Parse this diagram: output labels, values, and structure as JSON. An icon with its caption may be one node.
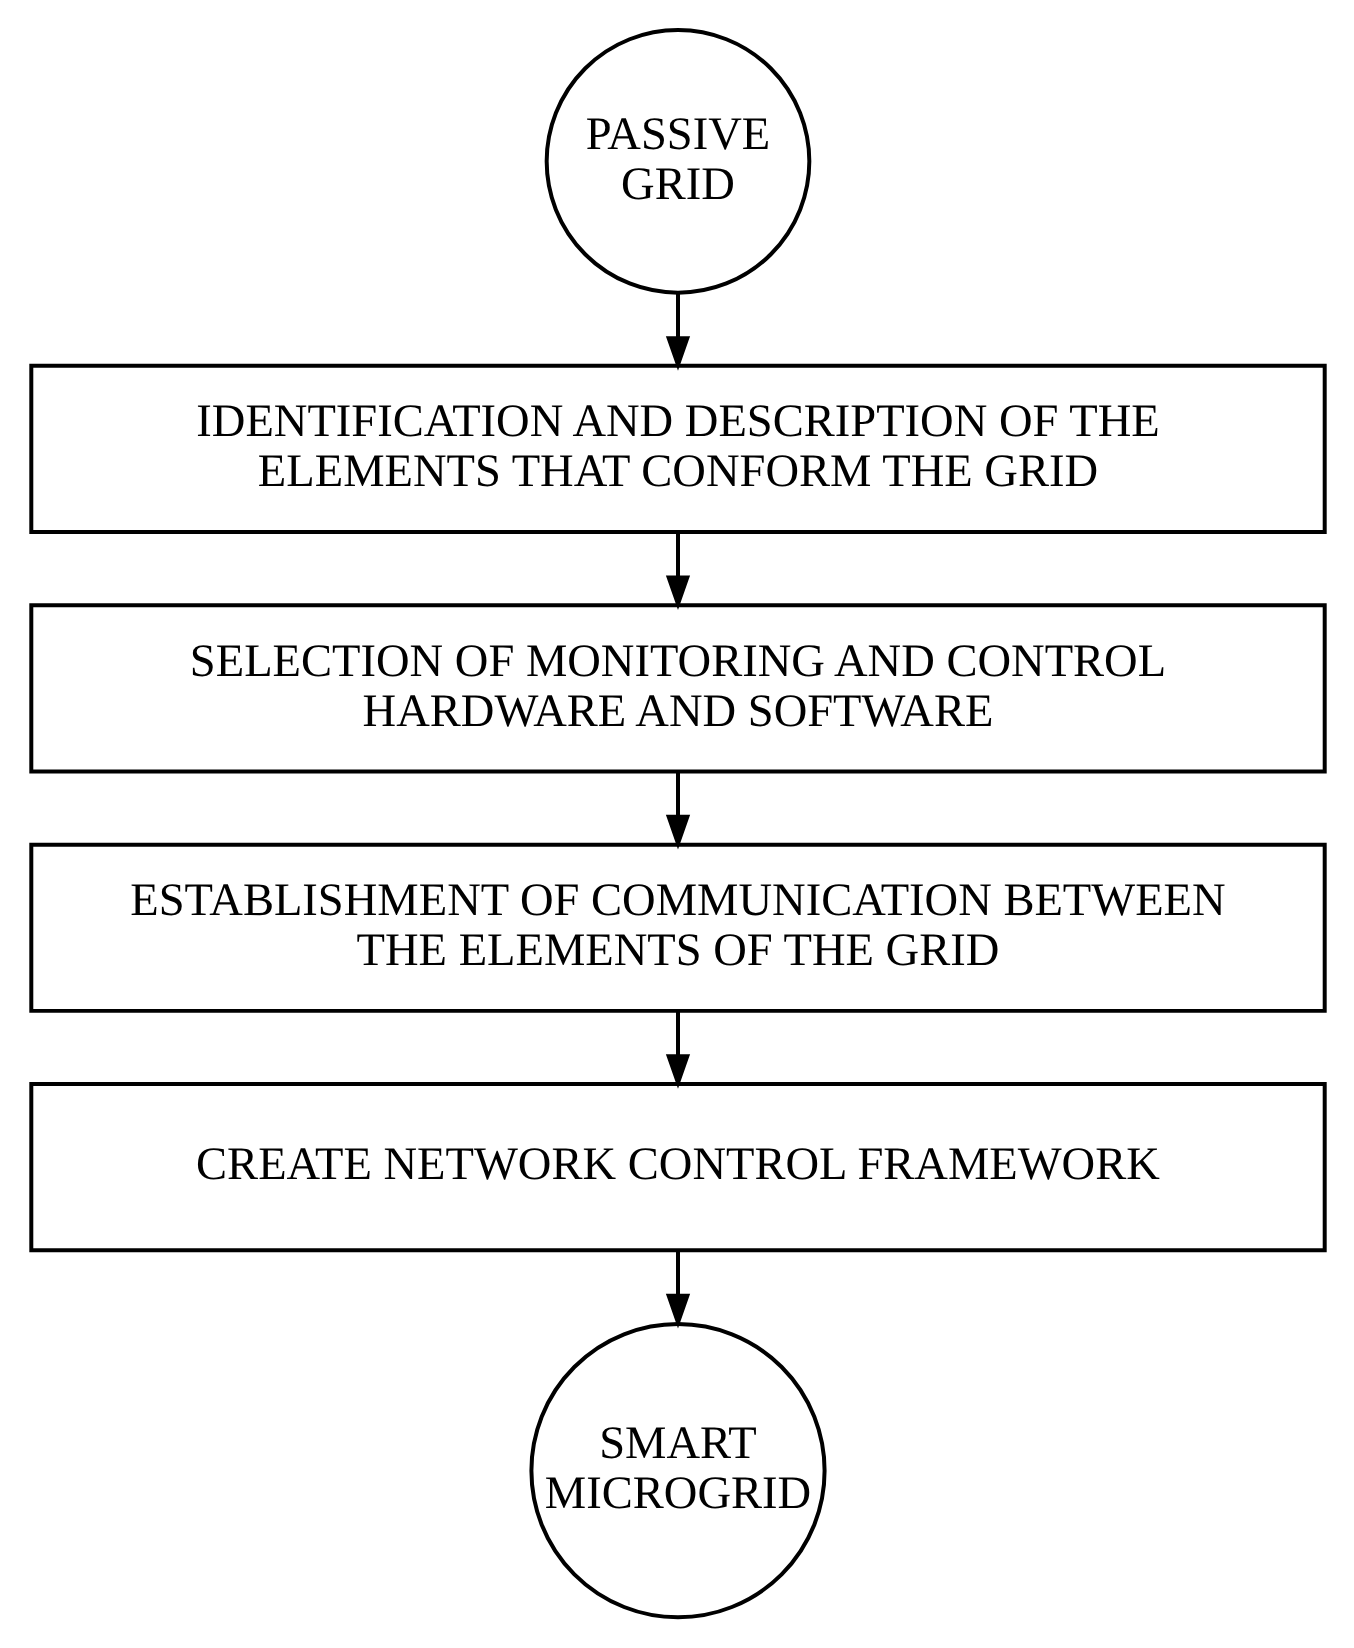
{
  "diagram": {
    "nodes": [
      {
        "text": [
          "PASSIVE GRID"
        ]
      },
      {
        "text": [
          "IDENTIFICATION AND DESCRIPTION OF THE ELEMENTS THAT CONFORM THE GRID"
        ]
      },
      {
        "text": [
          "SELECTION OF MONITORING AND CONTROL HARDWARE AND SOFTWARE"
        ]
      },
      {
        "text": [
          "ESTABLISHMENT OF COMMUNICATION BETWEEN THE ELEMENTS OF THE GRID"
        ]
      },
      {
        "text": [
          "CREATE NETWORK CONTROL FRAMEWORK"
        ]
      },
      {
        "text": [
          "SMART MICROGRID"
        ]
      }
    ],
    "edges": [
      {
        "from": 0,
        "to": 1,
        "arrow": "to"
      },
      {
        "from": 1,
        "to": 2,
        "arrow": "to"
      },
      {
        "from": 2,
        "to": 3,
        "arrow": "to"
      },
      {
        "from": 3,
        "to": 4,
        "arrow": "to"
      },
      {
        "from": 4,
        "to": 5,
        "arrow": "to"
      }
    ]
  }
}
